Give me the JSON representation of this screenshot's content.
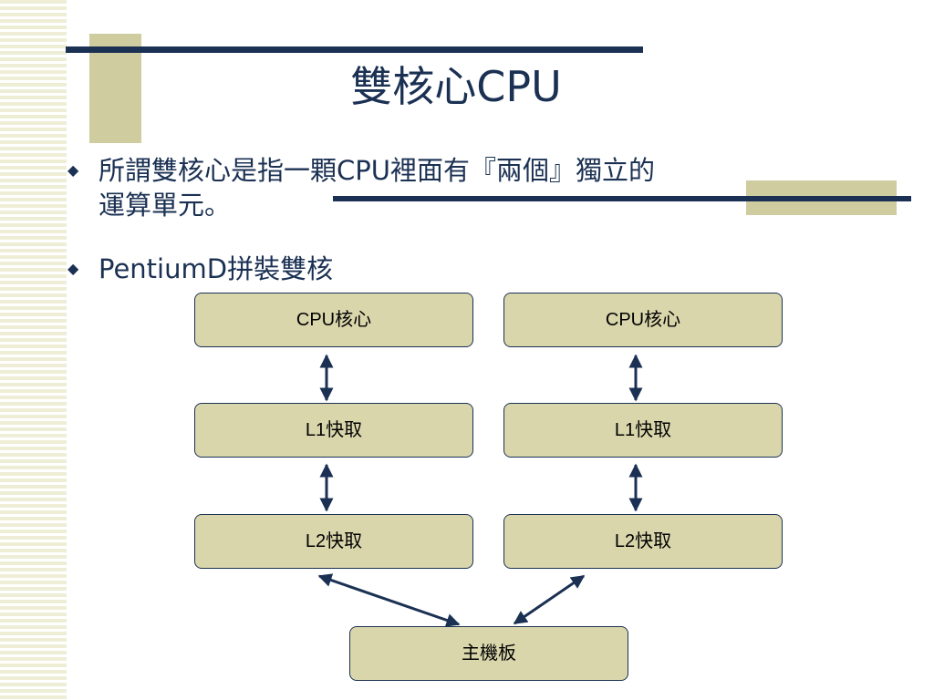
{
  "slide": {
    "title": "雙核心CPU",
    "bullets": [
      {
        "line1": "所謂雙核心是指一顆CPU裡面有『兩個』獨立的",
        "line2": "運算單元。"
      },
      {
        "line1": "PentiumD拼裝雙核"
      }
    ]
  },
  "diagram": {
    "left": {
      "cpu": "CPU核心",
      "l1": "L1快取",
      "l2": "L2快取"
    },
    "right": {
      "cpu": "CPU核心",
      "l1": "L1快取",
      "l2": "L2快取"
    },
    "bottom": "主機板"
  },
  "colors": {
    "text": "#1b3153",
    "node_fill": "#d9d6ac",
    "accent_tan": "#cfcc9f"
  }
}
